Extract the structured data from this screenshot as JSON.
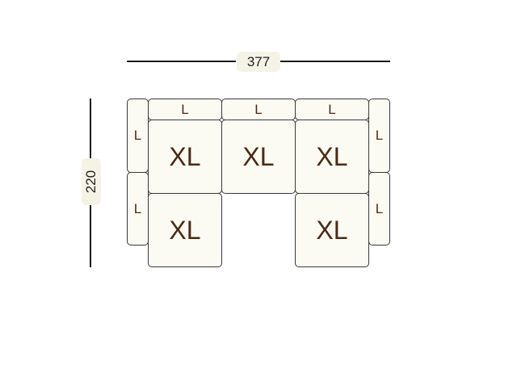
{
  "dimensions": {
    "width_label": "377",
    "height_label": "220"
  },
  "modules": {
    "back_top_1": "L",
    "back_top_2": "L",
    "back_top_3": "L",
    "arm_left_upper": "L",
    "arm_left_lower": "L",
    "arm_right_upper": "L",
    "arm_right_lower": "L",
    "seat_1": "XL",
    "seat_2": "XL",
    "seat_3": "XL",
    "seat_4": "XL",
    "seat_5": "XL"
  },
  "colors": {
    "cushion_fill": "#fbfbf4",
    "outline": "#3a3a3a",
    "label_text": "#4a2a14",
    "dimension_badge": "#f5f3e6"
  }
}
